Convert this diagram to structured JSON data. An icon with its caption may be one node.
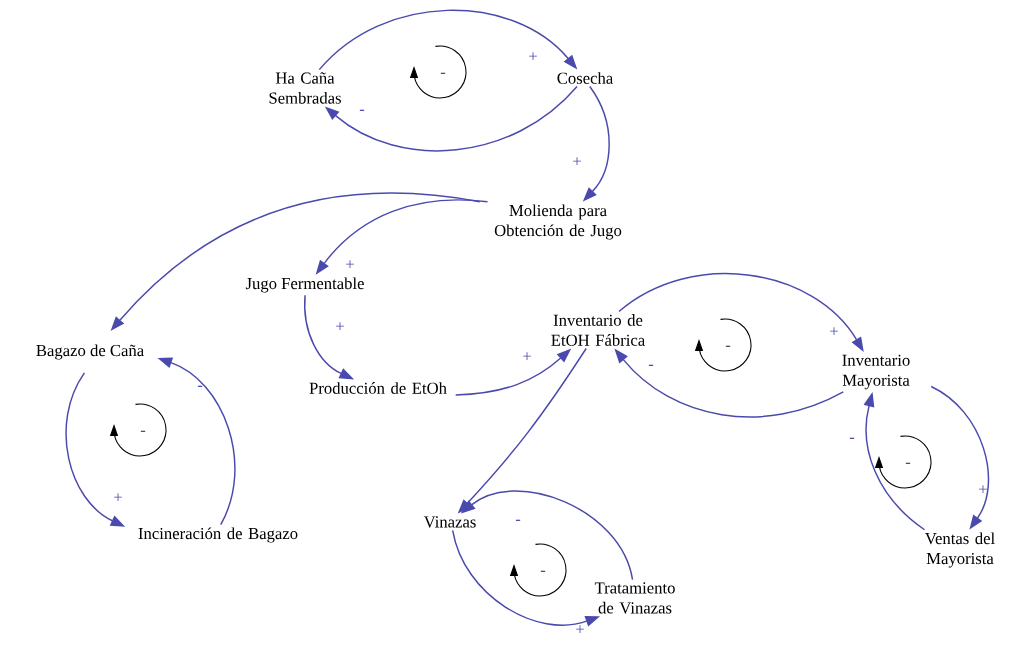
{
  "diagram": {
    "nodes": [
      {
        "text": [
          "Ha Caña Sembradas"
        ]
      },
      {
        "text": [
          "Cosecha"
        ]
      },
      {
        "text": [
          "Molienda para Obtención de Jugo"
        ]
      },
      {
        "text": [
          "Jugo Fermentable"
        ]
      },
      {
        "text": [
          "Bagazo de Caña"
        ]
      },
      {
        "text": [
          "Producción de EtOh"
        ]
      },
      {
        "text": [
          "Inventario de EtOH Fábrica"
        ]
      },
      {
        "text": [
          "Inventario Mayorista"
        ]
      },
      {
        "text": [
          "Incineración de Bagazo"
        ]
      },
      {
        "text": [
          "Vinazas"
        ]
      },
      {
        "text": [
          "Ventas del Mayorista"
        ]
      },
      {
        "text": [
          "Tratamiento de Vinazas"
        ]
      }
    ],
    "edges": [
      {
        "from": 0,
        "to": 1,
        "arrow": "to",
        "label": "+"
      },
      {
        "from": 1,
        "to": 0,
        "arrow": "to",
        "label": "-"
      },
      {
        "from": 1,
        "to": 2,
        "arrow": "to",
        "label": "+"
      },
      {
        "from": 2,
        "to": 3,
        "arrow": "to",
        "label": "+"
      },
      {
        "from": 2,
        "to": 4,
        "arrow": "to"
      },
      {
        "from": 3,
        "to": 5,
        "arrow": "to",
        "label": "+"
      },
      {
        "from": 5,
        "to": 6,
        "arrow": "to",
        "label": "+"
      },
      {
        "from": 6,
        "to": 7,
        "arrow": "to",
        "label": "+"
      },
      {
        "from": 7,
        "to": 6,
        "arrow": "to",
        "label": "-"
      },
      {
        "from": 6,
        "to": 9,
        "arrow": "to"
      },
      {
        "from": 4,
        "to": 8,
        "arrow": "to",
        "label": "+"
      },
      {
        "from": 8,
        "to": 4,
        "arrow": "to",
        "label": "-"
      },
      {
        "from": 9,
        "to": 11,
        "arrow": "to",
        "label": "+"
      },
      {
        "from": 11,
        "to": 9,
        "arrow": "to",
        "label": "-"
      },
      {
        "from": 7,
        "to": 10,
        "arrow": "to",
        "label": "+"
      },
      {
        "from": 10,
        "to": 7,
        "arrow": "to",
        "label": "-"
      }
    ],
    "labels": [
      "-",
      "-",
      "-",
      "-",
      "-"
    ]
  }
}
